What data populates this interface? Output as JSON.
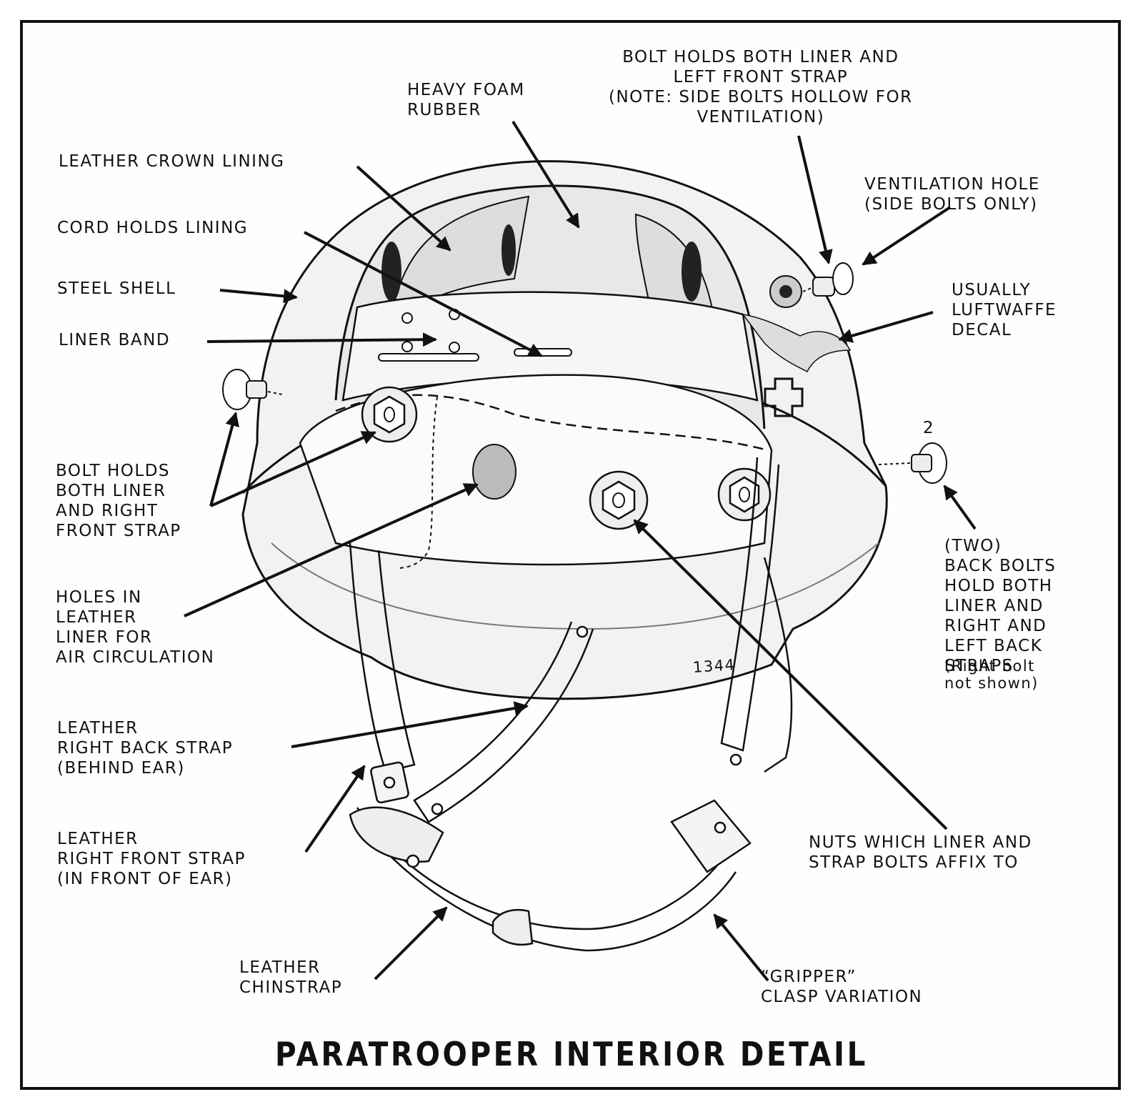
{
  "title": "PARATROOPER INTERIOR DETAIL",
  "stamp": "1344",
  "bolt_number": "2",
  "labels": {
    "heavy_foam": "HEAVY FOAM\nRUBBER",
    "bolt_left_front": "BOLT HOLDS BOTH LINER AND\nLEFT FRONT STRAP\n(NOTE: SIDE BOLTS HOLLOW FOR\nVENTILATION)",
    "crown_lining": "LEATHER CROWN LINING",
    "ventilation_hole": "VENTILATION HOLE\n(SIDE BOLTS ONLY)",
    "cord": "CORD HOLDS LINING",
    "steel_shell": "STEEL SHELL",
    "decal": "USUALLY\nLUFTWAFFE\nDECAL",
    "liner_band": "LINER BAND",
    "bolt_right_front": "BOLT HOLDS\nBOTH LINER\nAND RIGHT\nFRONT STRAP",
    "back_bolts": "(TWO)\nBACK BOLTS\nHOLD BOTH\nLINER AND\nRIGHT AND\nLEFT BACK\nSTRAPS",
    "back_bolts_note": "(Right bolt\nnot shown)",
    "holes": "HOLES IN\nLEATHER\nLINER FOR\nAIR CIRCULATION",
    "right_back_strap": "LEATHER\nRIGHT BACK STRAP\n(BEHIND EAR)",
    "right_front_strap": "LEATHER\nRIGHT FRONT STRAP\n(IN FRONT OF EAR)",
    "nuts": "NUTS WHICH LINER AND\nSTRAP BOLTS AFFIX TO",
    "chinstrap": "LEATHER\nCHINSTRAP",
    "gripper": "“GRIPPER”\nCLASP VARIATION"
  }
}
